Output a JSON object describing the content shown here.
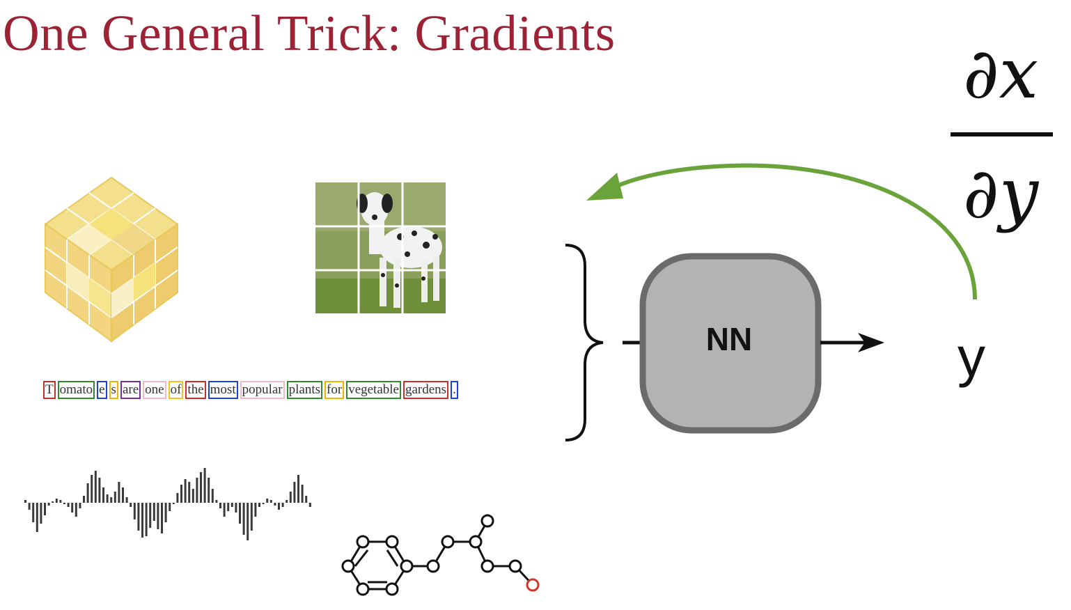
{
  "title": "One General Trick: Gradients",
  "gradient": {
    "numerator": "∂x",
    "denominator": "∂y"
  },
  "network": {
    "label": "NN",
    "output": "y"
  },
  "tokens": [
    {
      "text": "T",
      "color": "#d42a2a"
    },
    {
      "text": "omato",
      "color": "#2e8b2e"
    },
    {
      "text": "e",
      "color": "#1f3fd6"
    },
    {
      "text": "s",
      "color": "#f0b400"
    },
    {
      "text": "are",
      "color": "#7a2e9e"
    },
    {
      "text": "one",
      "color": "#f5b8c8"
    },
    {
      "text": "of",
      "color": "#f2c51a"
    },
    {
      "text": "the",
      "color": "#d42a2a"
    },
    {
      "text": "most",
      "color": "#1f3fd6"
    },
    {
      "text": "popular",
      "color": "#f5b8c8"
    },
    {
      "text": "plants",
      "color": "#2e8b2e"
    },
    {
      "text": "for",
      "color": "#f0b400"
    },
    {
      "text": "vegetable",
      "color": "#2e8b2e"
    },
    {
      "text": "gardens",
      "color": "#d42a2a"
    },
    {
      "text": ".",
      "color": "#1f3fd6"
    }
  ],
  "colors": {
    "title": "#9b2335",
    "arrow": "#6aa33a",
    "nn_fill": "#b3b3b3",
    "nn_border": "#6b6b6b",
    "molecule_end": "#d6332a"
  },
  "icons": [
    "rubiks-cube-icon",
    "dalmatian-image",
    "waveform-icon",
    "molecule-icon"
  ]
}
